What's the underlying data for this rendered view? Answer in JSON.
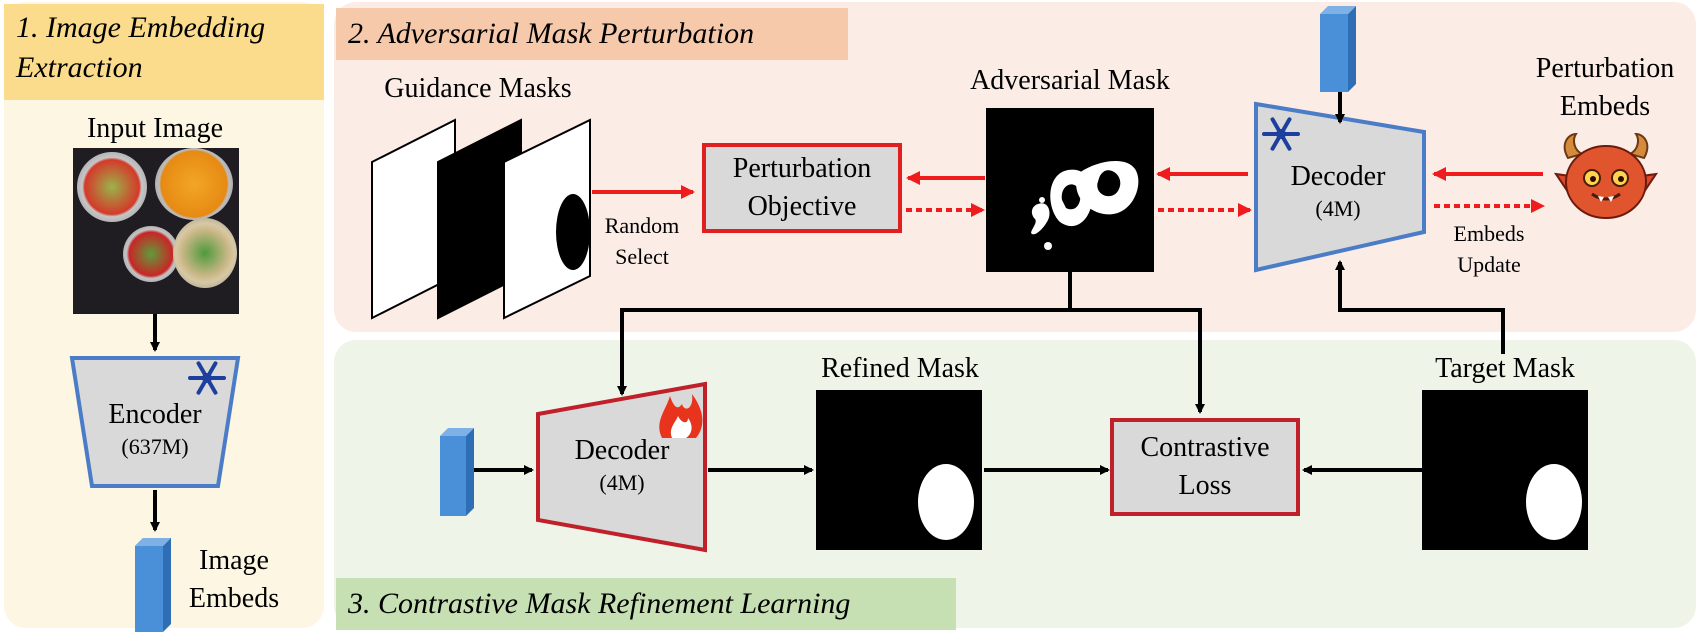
{
  "panel1": {
    "title_line1": "1. Image Embedding",
    "title_line2": "Extraction",
    "input_image_label": "Input Image",
    "encoder_name": "Encoder",
    "encoder_params": "(637M)",
    "embeds_line1": "Image",
    "embeds_line2": "Embeds",
    "frozen_icon": "snowflake-icon"
  },
  "panel2": {
    "title": "2. Adversarial Mask Perturbation",
    "guidance_masks_label": "Guidance Masks",
    "random_select_line1": "Random",
    "random_select_line2": "Select",
    "objective_line1": "Perturbation",
    "objective_line2": "Objective",
    "adversarial_mask_label": "Adversarial Mask",
    "decoder_name": "Decoder",
    "decoder_params": "(4M)",
    "perturbation_embeds_line1": "Perturbation",
    "perturbation_embeds_line2": "Embeds",
    "embeds_update_line1": "Embeds",
    "embeds_update_line2": "Update",
    "frozen_icon": "snowflake-icon",
    "adversary_icon": "devil-icon"
  },
  "panel3": {
    "title": "3. Contrastive Mask Refinement Learning",
    "decoder_name": "Decoder",
    "decoder_params": "(4M)",
    "refined_mask_label": "Refined Mask",
    "loss_line1": "Contrastive",
    "loss_line2": "Loss",
    "target_mask_label": "Target Mask",
    "trainable_icon": "fire-icon"
  },
  "colors": {
    "panel1_bg": "#fdf6e3",
    "panel1_tag": "#fbdc8c",
    "panel2_bg": "#fbece6",
    "panel2_tag": "#f7c9ab",
    "panel3_bg": "#eef5e8",
    "panel3_tag": "#c6e0b4",
    "decoder_blue": "#4a7cc7",
    "decoder_red": "#c0202a",
    "arrow_red": "#ee1c1c",
    "embed_blue": "#4a90d9"
  }
}
